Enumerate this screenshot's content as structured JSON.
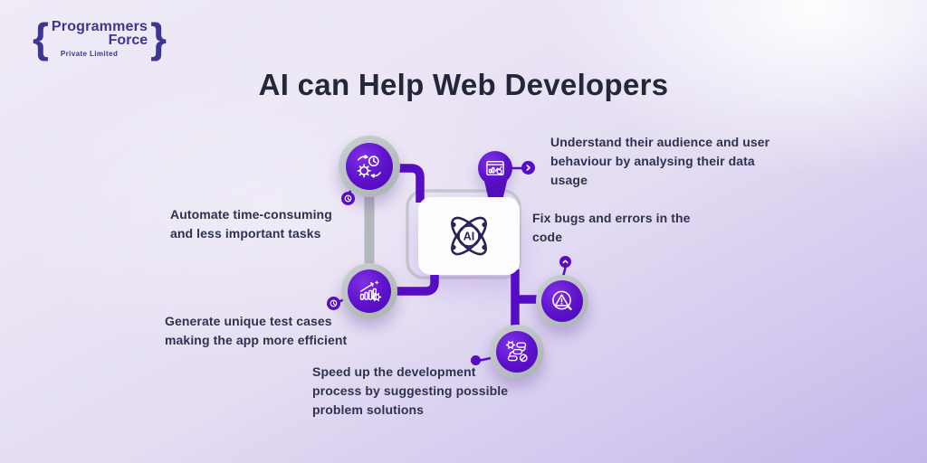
{
  "logo": {
    "open_brace": "{",
    "close_brace": "}",
    "line1": "Programmers",
    "line2": "Force",
    "tagline": "Private Limited"
  },
  "title": "AI can Help Web Developers",
  "center_card": {
    "label": "AI",
    "icon": "atom-ai-icon"
  },
  "nodes": [
    {
      "id": "automate",
      "icon": "automation-gear-clock-icon",
      "text": "Automate time-consuming\nand less important tasks"
    },
    {
      "id": "generate",
      "icon": "growth-chart-icon",
      "text": "Generate unique test cases\nmaking the app more efficient"
    },
    {
      "id": "understand",
      "icon": "analytics-browser-icon",
      "text": "Understand their audience and user\nbehaviour by analysing their data\nusage"
    },
    {
      "id": "fixbugs",
      "icon": "bug-warning-magnifier-icon",
      "text": "Fix bugs and errors in the\ncode"
    },
    {
      "id": "speed",
      "icon": "process-workflow-icon",
      "text": "Speed up the development\nprocess by suggesting possible\nproblem solutions"
    }
  ],
  "colors": {
    "primary_purple": "#560dc4",
    "deep_navy_icon": "#2b2357",
    "title_text": "#23273a",
    "body_text": "#2e3150",
    "ring_gray": "#b3b9bb",
    "card_bg": "#fdfdff",
    "bg_light": "#f0ebf7",
    "bg_deep": "#c5b6ea",
    "logo_indigo": "#3e3590"
  }
}
